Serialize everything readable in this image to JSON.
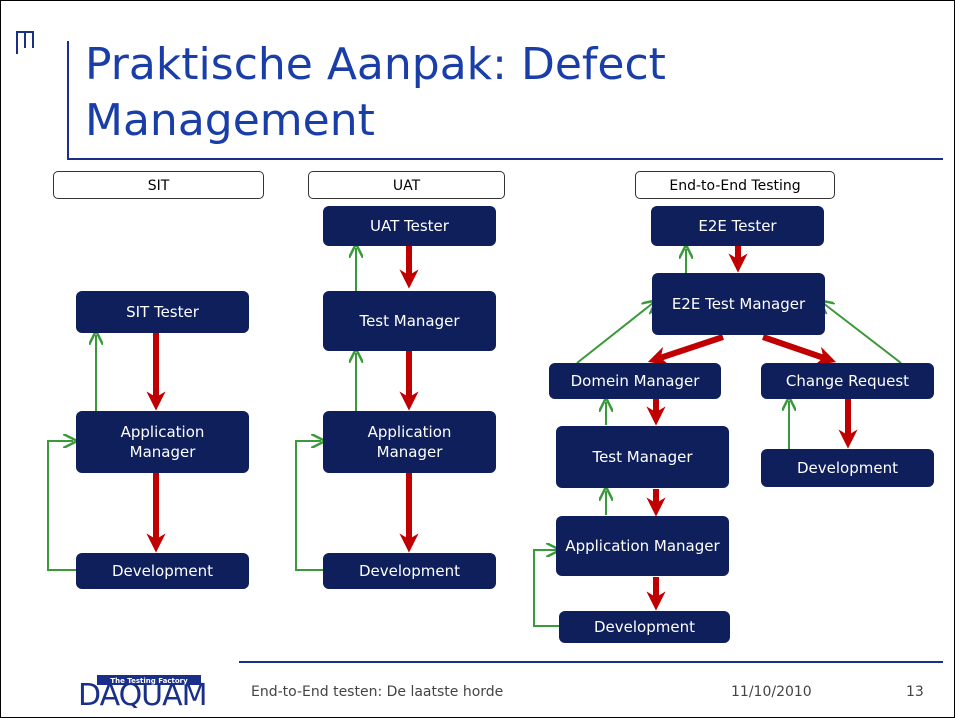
{
  "slide": {
    "title": "Praktische Aanpak: Defect Management"
  },
  "sections": {
    "sit": "SIT",
    "uat": "UAT",
    "e2e": "End-to-End Testing"
  },
  "sit_column": {
    "tester": "SIT Tester",
    "app_manager": "Application Manager",
    "development": "Development"
  },
  "uat_column": {
    "tester": "UAT Tester",
    "test_manager": "Test Manager",
    "app_manager": "Application Manager",
    "development": "Development"
  },
  "e2e_column": {
    "tester": "E2E Tester",
    "test_manager": "E2E Test Manager",
    "domain_manager": "Domein Manager",
    "change_request": "Change Request",
    "test_manager_2": "Test Manager",
    "development_right": "Development",
    "app_manager": "Application Manager",
    "development": "Development"
  },
  "footer": {
    "logo_tagline": "The Testing Factory",
    "logo_name": "DAQUAM",
    "subtitle": "End-to-End testen: De laatste horde",
    "date": "11/10/2010",
    "page": "13"
  },
  "colors": {
    "box_fill": "#0e1f5b",
    "red_arrow": "#c00000",
    "green_arrow": "#3a9a3a",
    "title_blue": "#1a3ea8"
  }
}
